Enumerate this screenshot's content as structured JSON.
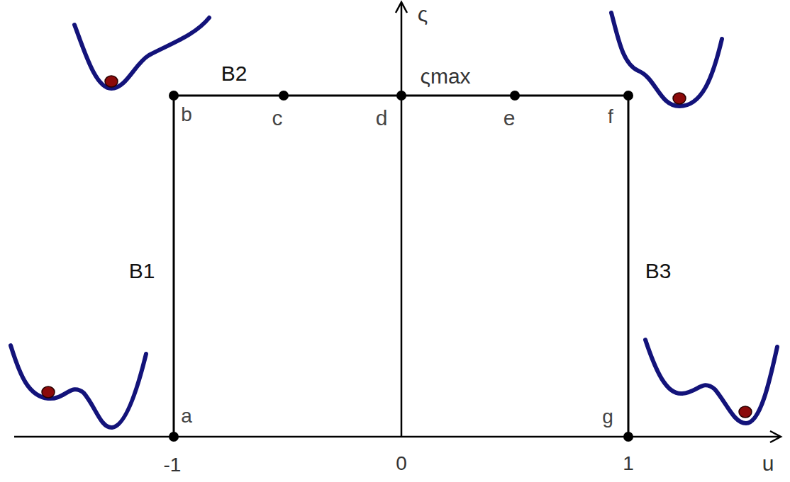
{
  "diagram": {
    "labels": [
      "ς",
      "B2",
      "ςmax",
      "b",
      "c",
      "d",
      "e",
      "f",
      "B1",
      "B3",
      "a",
      "g",
      "-1",
      "0",
      "1",
      "u"
    ]
  }
}
